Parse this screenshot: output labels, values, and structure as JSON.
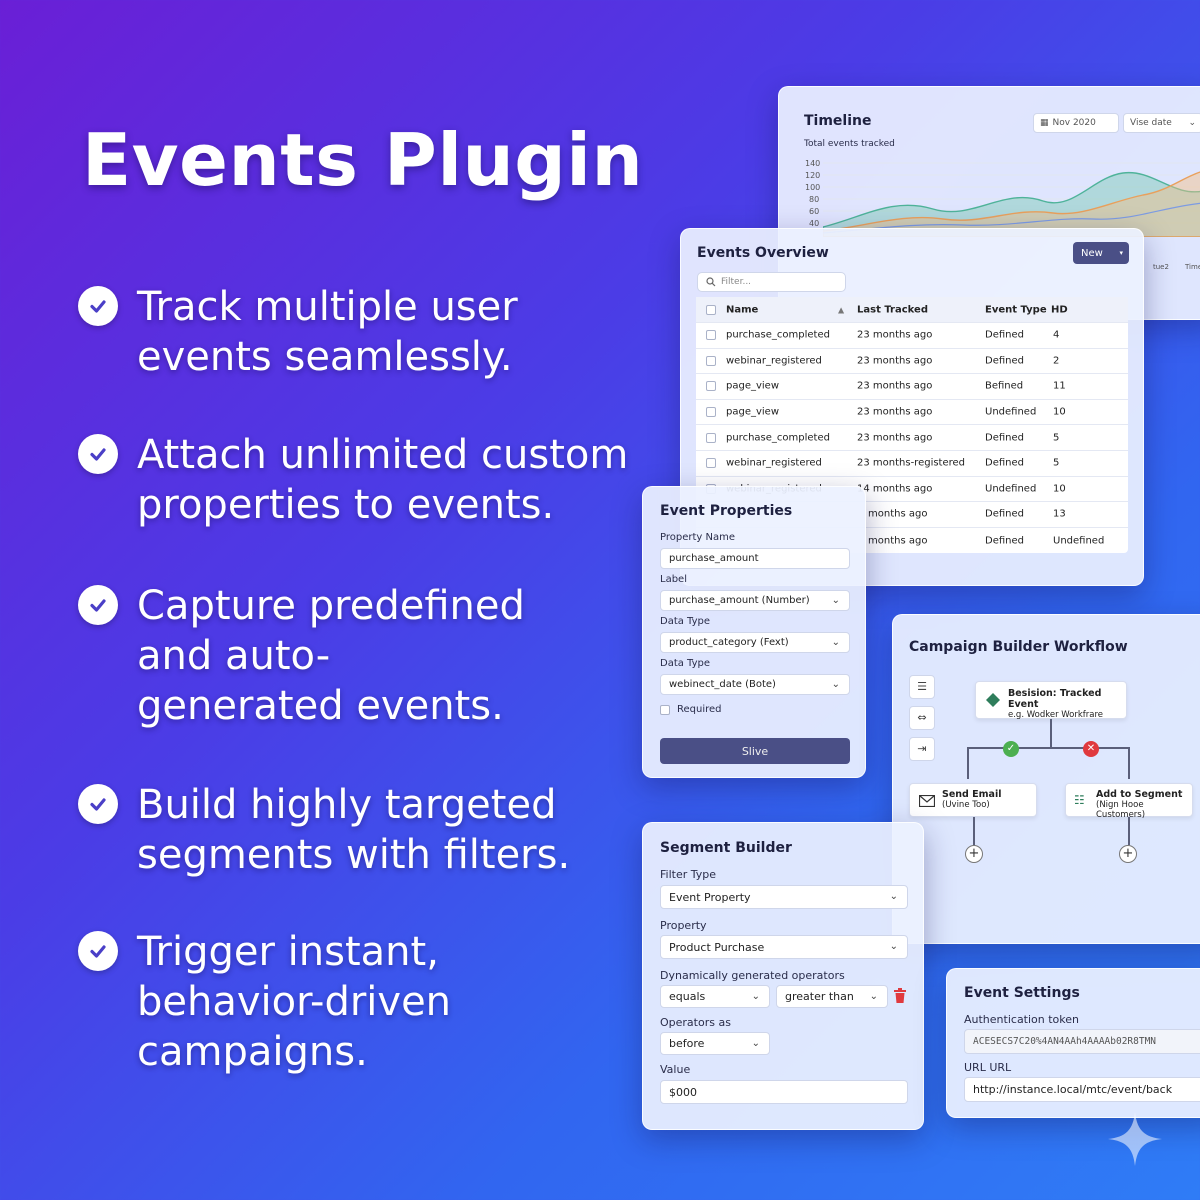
{
  "headline": "Events Plugin",
  "features": [
    "Track multiple user events seamlessly.",
    "Attach unlimited custom properties to events.",
    "Capture predefined and auto-generated events.",
    "Build highly targeted segments with filters.",
    "Trigger instant, behavior-driven campaigns."
  ],
  "timeline": {
    "title": "Timeline",
    "subtitle": "Total events tracked",
    "date_chip": "Nov 2020",
    "view_chip": "Vise date",
    "y_ticks": [
      "140",
      "120",
      "100",
      "80",
      "60",
      "40"
    ],
    "x_ticks": [
      "tue2",
      "Time"
    ]
  },
  "events_overview": {
    "title": "Events Overview",
    "new_button": "New",
    "filter_placeholder": "Filter...",
    "columns": [
      "Name",
      "Last Tracked",
      "Event Type",
      "HD"
    ],
    "rows": [
      {
        "name": "purchase_completed",
        "last": "23 months ago",
        "type": "Defined",
        "hd": "4"
      },
      {
        "name": "webinar_registered",
        "last": "23 months ago",
        "type": "Defined",
        "hd": "2"
      },
      {
        "name": "page_view",
        "last": "23 months ago",
        "type": "Befined",
        "hd": "11"
      },
      {
        "name": "page_view",
        "last": "23 months ago",
        "type": "Undefined",
        "hd": "10"
      },
      {
        "name": "purchase_completed",
        "last": "23 months ago",
        "type": "Defined",
        "hd": "5"
      },
      {
        "name": "webinar_registered",
        "last": "23 months-registered",
        "type": "Defined",
        "hd": "5"
      },
      {
        "name": "webinar_registered",
        "last": "14 months ago",
        "type": "Undefined",
        "hd": "10"
      },
      {
        "name": "",
        "last": "months ago",
        "type": "Defined",
        "hd": "13"
      },
      {
        "name": "",
        "last": "months ago",
        "type": "Defined",
        "hd": "Undefined"
      }
    ]
  },
  "event_properties": {
    "title": "Event Properties",
    "property_name_label": "Property Name",
    "property_name_value": "purchase_amount",
    "label_label": "Label",
    "label_value": "purchase_amount (Number)",
    "data_type_label": "Data Type",
    "data_type_value": "product_category (Fext)",
    "data_type2_label": "Data Type",
    "data_type2_value": "webinect_date (Bote)",
    "required_label": "Required",
    "save_button": "Slive"
  },
  "campaign_builder": {
    "title": "Campaign Builder Workflow",
    "trigger_title": "Besision: Tracked Event",
    "trigger_sub": "e.g. Wodker Workfrare",
    "left_title": "Send Email",
    "left_sub": "(Uvine Too)",
    "right_title": "Add to Segment",
    "right_sub": "(Nign Hooe Customers)"
  },
  "segment_builder": {
    "title": "Segment Builder",
    "filter_type_label": "Filter Type",
    "filter_type_value": "Event Property",
    "property_label": "Property",
    "property_value": "Product Purchase",
    "operators_label": "Dynamically generated operators",
    "operator1": "equals",
    "operator2": "greater than",
    "operators_as_label": "Operators as",
    "operators_as_value": "before",
    "value_label": "Value",
    "value_value": "$000"
  },
  "event_settings": {
    "title": "Event Settings",
    "token_label": "Authentication token",
    "token_value": "ACESECS7C20%4AN4AAh4AAAAb02R8TMN",
    "url_label": "URL URL",
    "url_value": "http://instance.local/mtc/event/back"
  },
  "colors": {
    "bg_start": "#6a1fd6",
    "bg_end": "#2f7cf6",
    "button": "#4a4f86",
    "accent_green": "#4caf50",
    "accent_red": "#e0393e"
  }
}
